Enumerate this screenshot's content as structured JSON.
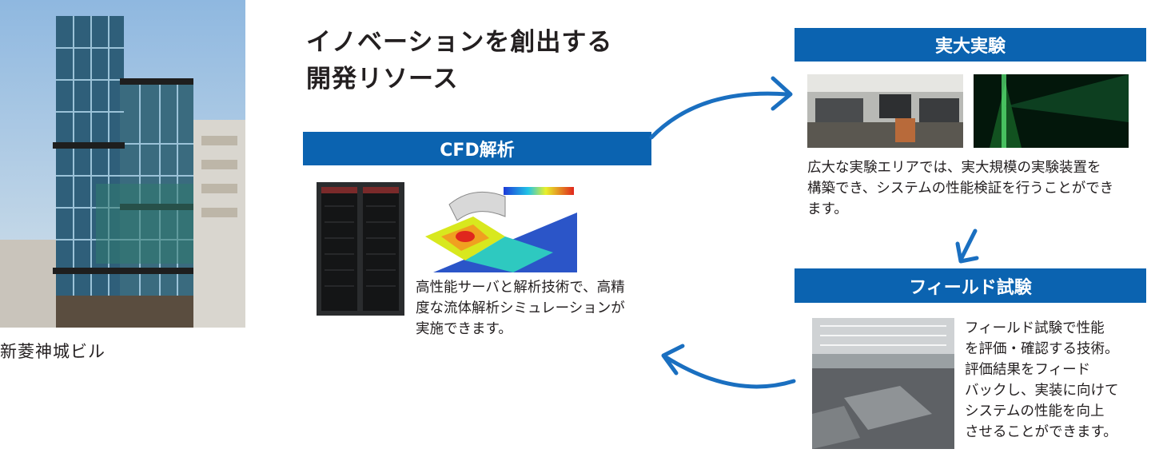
{
  "heading": {
    "line1": "イノベーションを創出する",
    "line2": "開発リソース"
  },
  "building": {
    "caption": "新菱神城ビル"
  },
  "cfd": {
    "title": "CFD解析",
    "description_lines": [
      "高性能サーバと解析技術で、高精",
      "度な流体解析シミュレーションが",
      "実施できます。"
    ]
  },
  "full_scale": {
    "title": "実大実験",
    "description_lines": [
      "広大な実験エリアでは、実大規模の実験装置を",
      "構築でき、システムの性能検証を行うことができ",
      "ます。"
    ]
  },
  "field_test": {
    "title": "フィールド試験",
    "description_lines": [
      "フィールド試験で性能",
      "を評価・確認する技術。",
      "評価結果をフィード",
      "バックし、実装に向けて",
      "システムの性能を向上",
      "させることができます。"
    ]
  },
  "colors": {
    "accent_blue": "#0b63b0",
    "arrow_blue": "#1a6fc0",
    "text": "#231f20"
  },
  "icons": [
    "curved-arrow-right-icon",
    "arrow-down-left-icon",
    "curved-arrow-left-icon"
  ]
}
